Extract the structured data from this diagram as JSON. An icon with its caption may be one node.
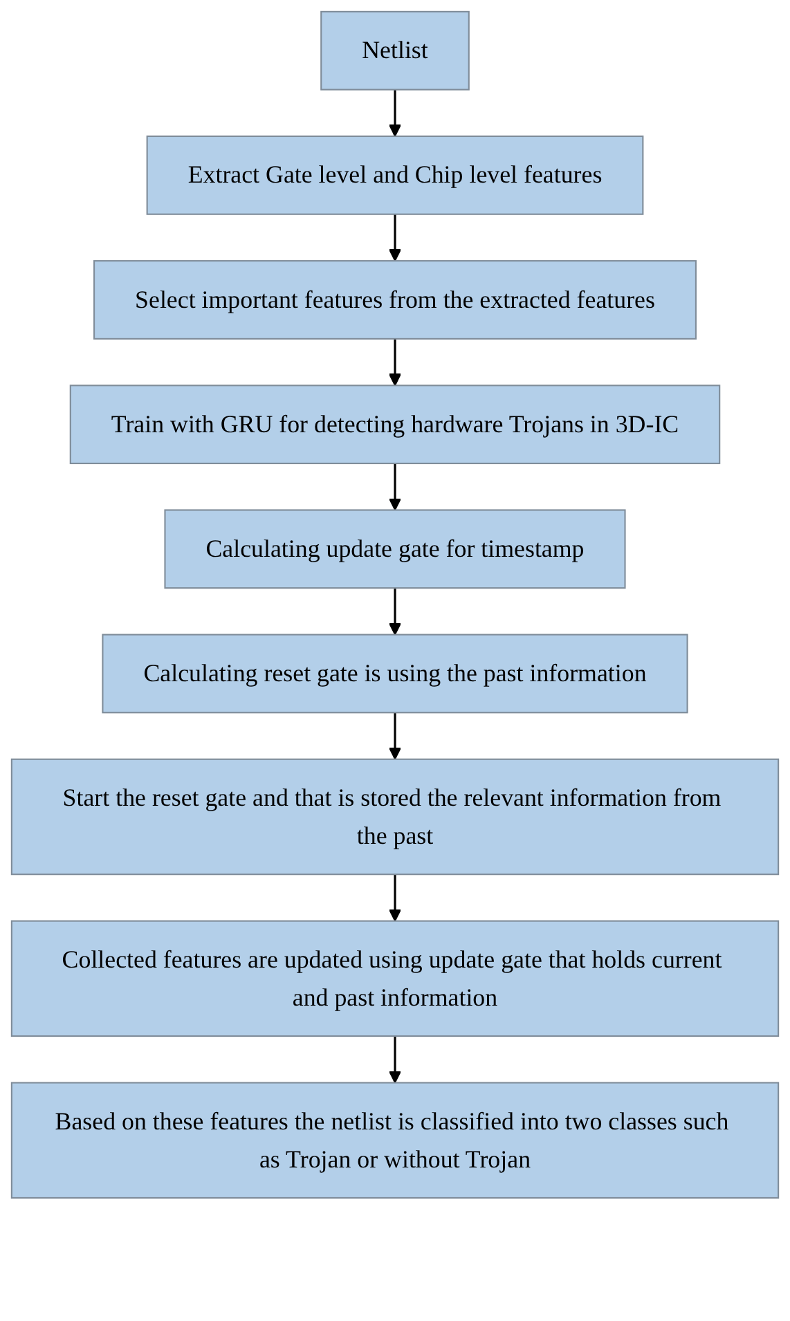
{
  "diagram": {
    "nodes": [
      {
        "text": [
          "Netlist"
        ]
      },
      {
        "text": [
          "Extract Gate level and Chip level features"
        ]
      },
      {
        "text": [
          "Select important features from the extracted features"
        ]
      },
      {
        "text": [
          "Train with GRU for detecting hardware Trojans in 3D-IC"
        ]
      },
      {
        "text": [
          "Calculating update gate for timestamp"
        ]
      },
      {
        "text": [
          "Calculating reset gate is using the past information"
        ]
      },
      {
        "text": [
          "Start the reset gate and that is stored the relevant information from the past"
        ]
      },
      {
        "text": [
          "Collected features are updated using update gate that holds current and past information"
        ]
      },
      {
        "text": [
          "Based on these features the netlist is classified into two classes such as Trojan or without Trojan"
        ]
      }
    ],
    "edges": [
      {
        "from": 0,
        "to": 1,
        "arrow": "to"
      },
      {
        "from": 1,
        "to": 2,
        "arrow": "to"
      },
      {
        "from": 2,
        "to": 3,
        "arrow": "to"
      },
      {
        "from": 3,
        "to": 4,
        "arrow": "to"
      },
      {
        "from": 4,
        "to": 5,
        "arrow": "to"
      },
      {
        "from": 5,
        "to": 6,
        "arrow": "to"
      },
      {
        "from": 6,
        "to": 7,
        "arrow": "to"
      },
      {
        "from": 7,
        "to": 8,
        "arrow": "to"
      }
    ]
  }
}
